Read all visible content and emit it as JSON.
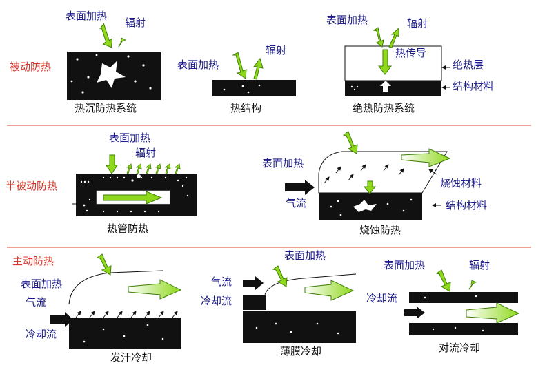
{
  "categories": {
    "passive": "被动防热",
    "semi_passive": "半被动防热",
    "active": "主动防热"
  },
  "labels": {
    "surface_heating": "表面加热",
    "radiation": "辐射",
    "heat_conduction": "热传导",
    "insulation_layer": "绝热层",
    "structural_material": "结构材料",
    "ablative_material": "烧蚀材料",
    "airflow": "气流",
    "coolant_flow": "冷却流"
  },
  "captions": {
    "heat_sink": "热沉防热系统",
    "hot_structure": "热结构",
    "insulated": "绝热防热系统",
    "heat_pipe": "热管防热",
    "ablative": "烧蚀防热",
    "transpiration": "发汗冷却",
    "film": "薄膜冷却",
    "convection": "对流冷却"
  },
  "colors": {
    "category": "#d8342a",
    "label": "#1c1c8a",
    "divider": "#e0685e",
    "material": "#111111",
    "arrow_fill": "#8fd81c",
    "arrow_edge": "#3f7f06"
  }
}
